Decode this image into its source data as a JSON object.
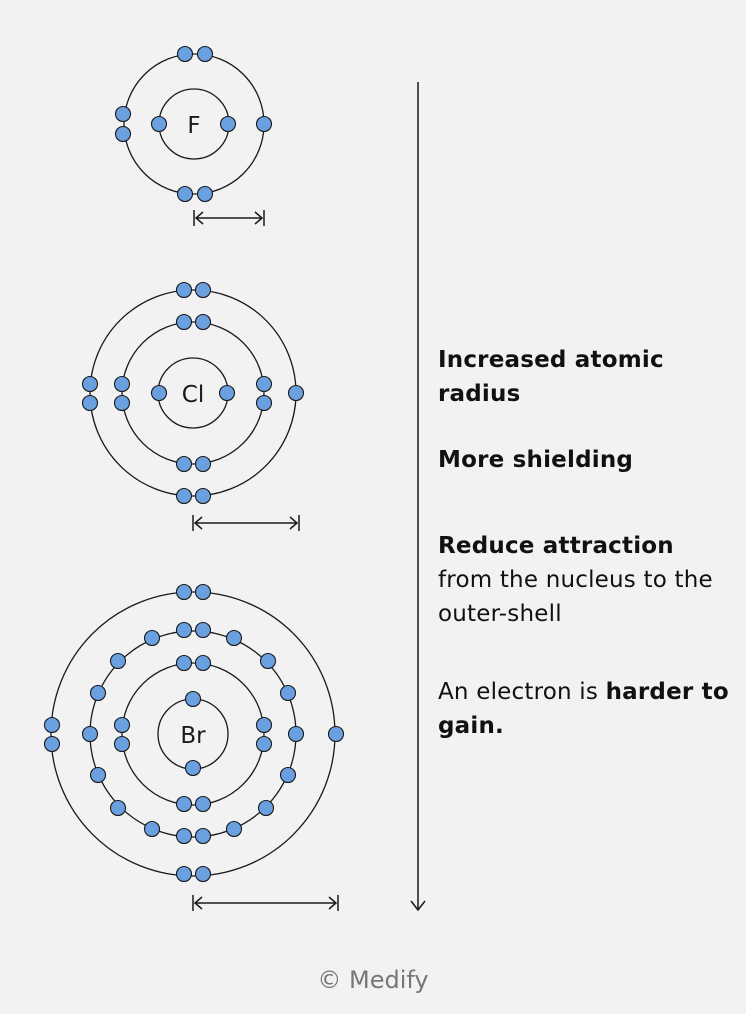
{
  "atoms": [
    {
      "symbol": "F",
      "shells": [
        2,
        7
      ]
    },
    {
      "symbol": "Cl",
      "shells": [
        2,
        8,
        7
      ]
    },
    {
      "symbol": "Br",
      "shells": [
        2,
        8,
        18,
        7
      ]
    }
  ],
  "colors": {
    "electron": "#6a9fe0",
    "line": "#1a1a1a",
    "background": "#f2f2f2"
  },
  "text": {
    "radius": "Increased atomic radius",
    "shielding": "More shielding",
    "attraction_bold": "Reduce attraction",
    "attraction_rest": "from the nucleus to the outer-shell",
    "gain_normal": "An electron is",
    "gain_bold": "harder to gain."
  },
  "footer": "© Medify"
}
